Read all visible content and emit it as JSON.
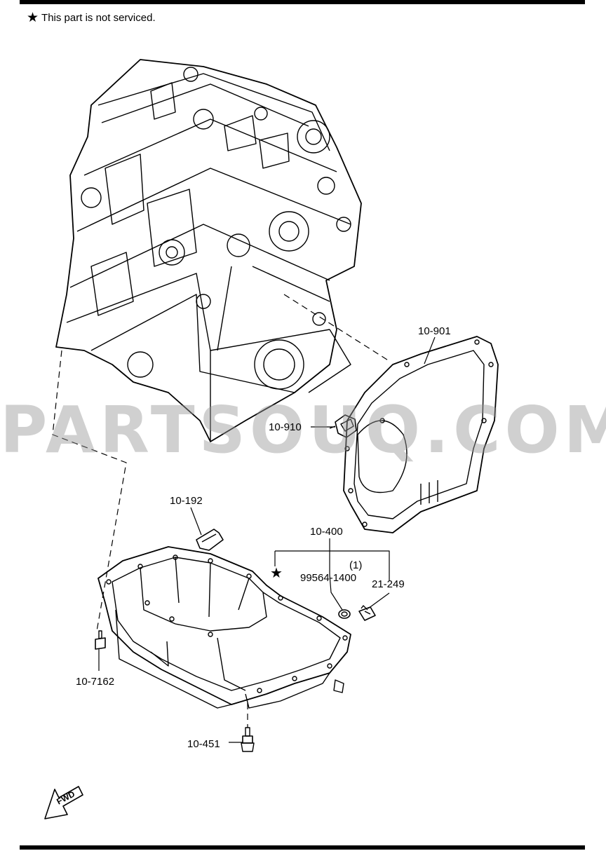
{
  "note": {
    "star_symbol": "★",
    "text": "This part is not serviced."
  },
  "callouts": {
    "gasket": "10-901",
    "sensor": "10-910",
    "dipstick_tube": "10-192",
    "plug_group": "10-400",
    "quantity": "(1)",
    "washer": "99564-1400",
    "drain_plug": "21-249",
    "pan_bolt": "10-7162",
    "level_sensor": "10-451"
  },
  "not_serviced_symbol": "★",
  "fwd_arrow": "FWD",
  "watermark": "PARTSOUQ.COM"
}
